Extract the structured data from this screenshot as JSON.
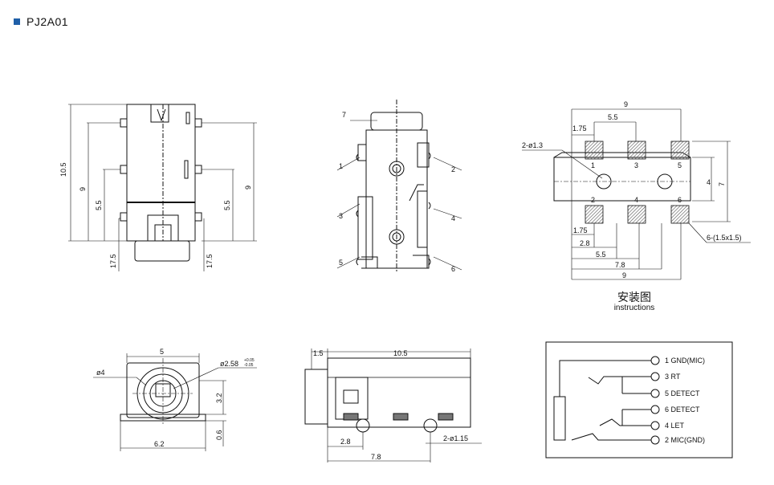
{
  "title": "PJ2A01",
  "top_left": {
    "dims": [
      "10.5",
      "9",
      "5.5",
      "5.5",
      "9",
      "17.5",
      "17.5"
    ]
  },
  "top_middle": {
    "pins": [
      "7",
      "1",
      "2",
      "3",
      "4",
      "5",
      "6"
    ]
  },
  "top_right": {
    "dims": {
      "w9": "9",
      "d55": "5.5",
      "d175": "1.75",
      "hole": "2-ø1.3",
      "d4": "4",
      "d7": "7",
      "b175": "1.75",
      "b28": "2.8",
      "b55": "5.5",
      "b78": "7.8",
      "b9": "9",
      "pad": "6-(1.5x1.5)"
    },
    "pins": [
      "1",
      "3",
      "5",
      "2",
      "4",
      "6"
    ],
    "caption_cn": "安装图",
    "caption_en": "instructions"
  },
  "bottom_left": {
    "dims": {
      "top": "5",
      "d4": "ø4",
      "d258": "ø2.58",
      "tol": "+0.05",
      "tol2": "-0.05",
      "h32": "3.2",
      "w62": "6.2",
      "h06": "0.6"
    }
  },
  "bottom_middle": {
    "dims": {
      "d15": "1.5",
      "d105": "10.5",
      "d28": "2.8",
      "hole": "2-ø1.15",
      "d78": "7.8"
    }
  },
  "schematic": {
    "pins": [
      "1 GND(MIC)",
      "3 RT",
      "5 DETECT",
      "6 DETECT",
      "4 LET",
      "2 MIC(GND)"
    ]
  },
  "colors": {
    "line": "#111111",
    "pad": "#888888",
    "bullet": "#1f5fa8"
  }
}
